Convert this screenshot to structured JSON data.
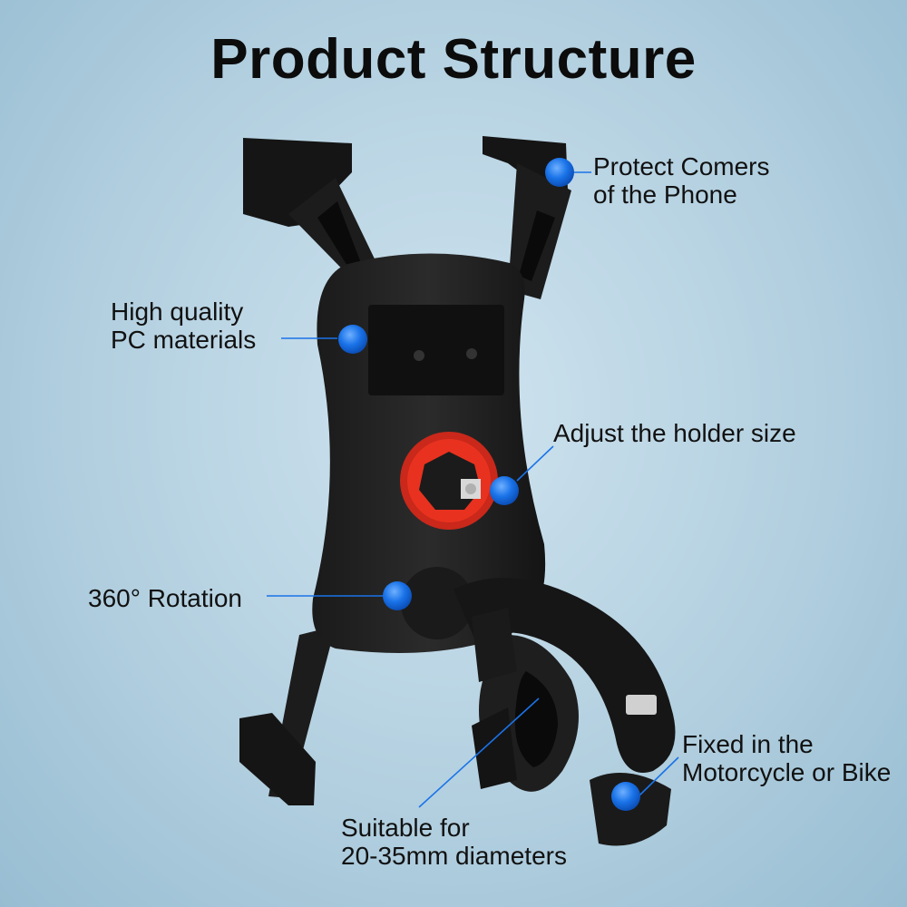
{
  "title": "Product Structure",
  "accent_color": "#1a73e8",
  "knob_color": "#e8321f",
  "callouts": {
    "corners": {
      "line1": "Protect Comers",
      "line2": "of the Phone"
    },
    "materials": {
      "line1": "High quality",
      "line2": "PC materials"
    },
    "adjust": {
      "line1": "Adjust the holder size"
    },
    "rotation": {
      "line1": "360° Rotation"
    },
    "fixed": {
      "line1": "Fixed in the",
      "line2": "Motorcycle or Bike"
    },
    "diameter": {
      "line1": "Suitable for",
      "line2": "20-35mm diameters"
    }
  }
}
